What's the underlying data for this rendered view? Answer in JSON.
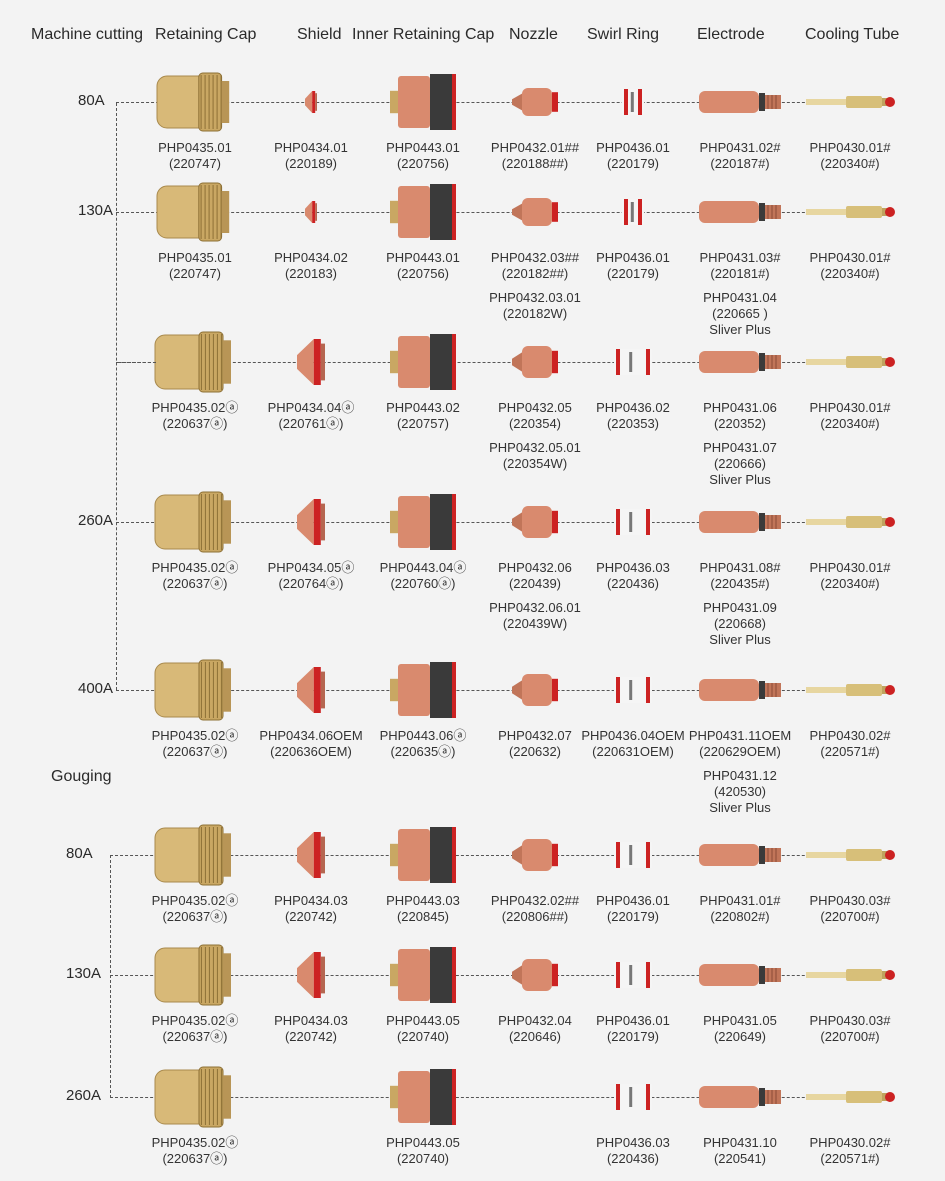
{
  "headers": [
    "Machine cutting",
    "Retaining Cap",
    "Shield",
    "Inner Retaining Cap",
    "Nozzle",
    "Swirl Ring",
    "Electrode",
    "Cooling Tube"
  ],
  "sections": {
    "gouging": "Gouging"
  },
  "cutting_rows": [
    {
      "amp": "80A",
      "cells": [
        "PHP0435.01\n(220747)",
        "PHP0434.01\n(220189)",
        "PHP0443.01\n(220756)",
        "PHP0432.01##\n(220188##)",
        "PHP0436.01\n(220179)",
        "PHP0431.02#\n(220187#)",
        "PHP0430.01#\n(220340#)"
      ]
    },
    {
      "amp": "130A",
      "cells": [
        "PHP0435.01\n(220747)",
        "PHP0434.02\n(220183)",
        "PHP0443.01\n(220756)",
        "PHP0432.03##\n(220182##)",
        "PHP0436.01\n(220179)",
        "PHP0431.03#\n(220181#)",
        "PHP0430.01#\n(220340#)"
      ],
      "notes": {
        "nozzle": "PHP0432.03.01\n(220182W)",
        "electrode": "PHP0431.04\n(220665 )\nSliver Plus"
      }
    },
    {
      "amp": "",
      "cells": [
        "PHP0435.02ⓐ\n(220637ⓐ)",
        "PHP0434.04ⓐ\n(220761ⓐ)",
        "PHP0443.02\n(220757)",
        "PHP0432.05\n(220354)",
        "PHP0436.02\n(220353)",
        "PHP0431.06\n(220352)",
        "PHP0430.01#\n(220340#)"
      ],
      "notes": {
        "nozzle": "PHP0432.05.01\n(220354W)",
        "electrode": "PHP0431.07\n(220666)\nSliver Plus"
      }
    },
    {
      "amp": "260A",
      "cells": [
        "PHP0435.02ⓐ\n(220637ⓐ)",
        "PHP0434.05ⓐ\n(220764ⓐ)",
        "PHP0443.04ⓐ\n(220760ⓐ)",
        "PHP0432.06\n(220439)",
        "PHP0436.03\n(220436)",
        "PHP0431.08#\n(220435#)",
        "PHP0430.01#\n(220340#)"
      ],
      "notes": {
        "nozzle": "PHP0432.06.01\n(220439W)",
        "electrode": "PHP0431.09\n(220668)\nSliver Plus"
      }
    },
    {
      "amp": "400A",
      "cells": [
        "PHP0435.02ⓐ\n(220637ⓐ)",
        "PHP0434.06OEM\n(220636OEM)",
        "PHP0443.06ⓐ\n(220635ⓐ)",
        "PHP0432.07\n(220632)",
        "PHP0436.04OEM\n(220631OEM)",
        "PHP0431.11OEM\n(220629OEM)",
        "PHP0430.02#\n(220571#)"
      ],
      "notes": {
        "electrode": "PHP0431.12\n(420530)\nSliver Plus"
      }
    }
  ],
  "gouging_rows": [
    {
      "amp": "80A",
      "cells": [
        "PHP0435.02ⓐ\n(220637ⓐ)",
        "PHP0434.03\n(220742)",
        "PHP0443.03\n(220845)",
        "PHP0432.02##\n(220806##)",
        "PHP0436.01\n(220179)",
        "PHP0431.01#\n(220802#)",
        "PHP0430.03#\n(220700#)"
      ]
    },
    {
      "amp": "130A",
      "cells": [
        "PHP0435.02ⓐ\n(220637ⓐ)",
        "PHP0434.03\n(220742)",
        "PHP0443.05\n(220740)",
        "PHP0432.04\n(220646)",
        "PHP0436.01\n(220179)",
        "PHP0431.05\n(220649)",
        "PHP0430.03#\n(220700#)"
      ]
    },
    {
      "amp": "260A",
      "cells": [
        "PHP0435.02ⓐ\n(220637ⓐ)",
        "",
        "PHP0443.05\n(220740)",
        "",
        "PHP0436.03\n(220436)",
        "PHP0431.10\n(220541)",
        "PHP0430.02#\n(220571#)"
      ]
    }
  ],
  "colors": {
    "brass": "#d8b978",
    "copper": "#d98a6e",
    "dark_band": "#3a3a3a",
    "red_ring": "#cc2222",
    "line": "#555555"
  }
}
